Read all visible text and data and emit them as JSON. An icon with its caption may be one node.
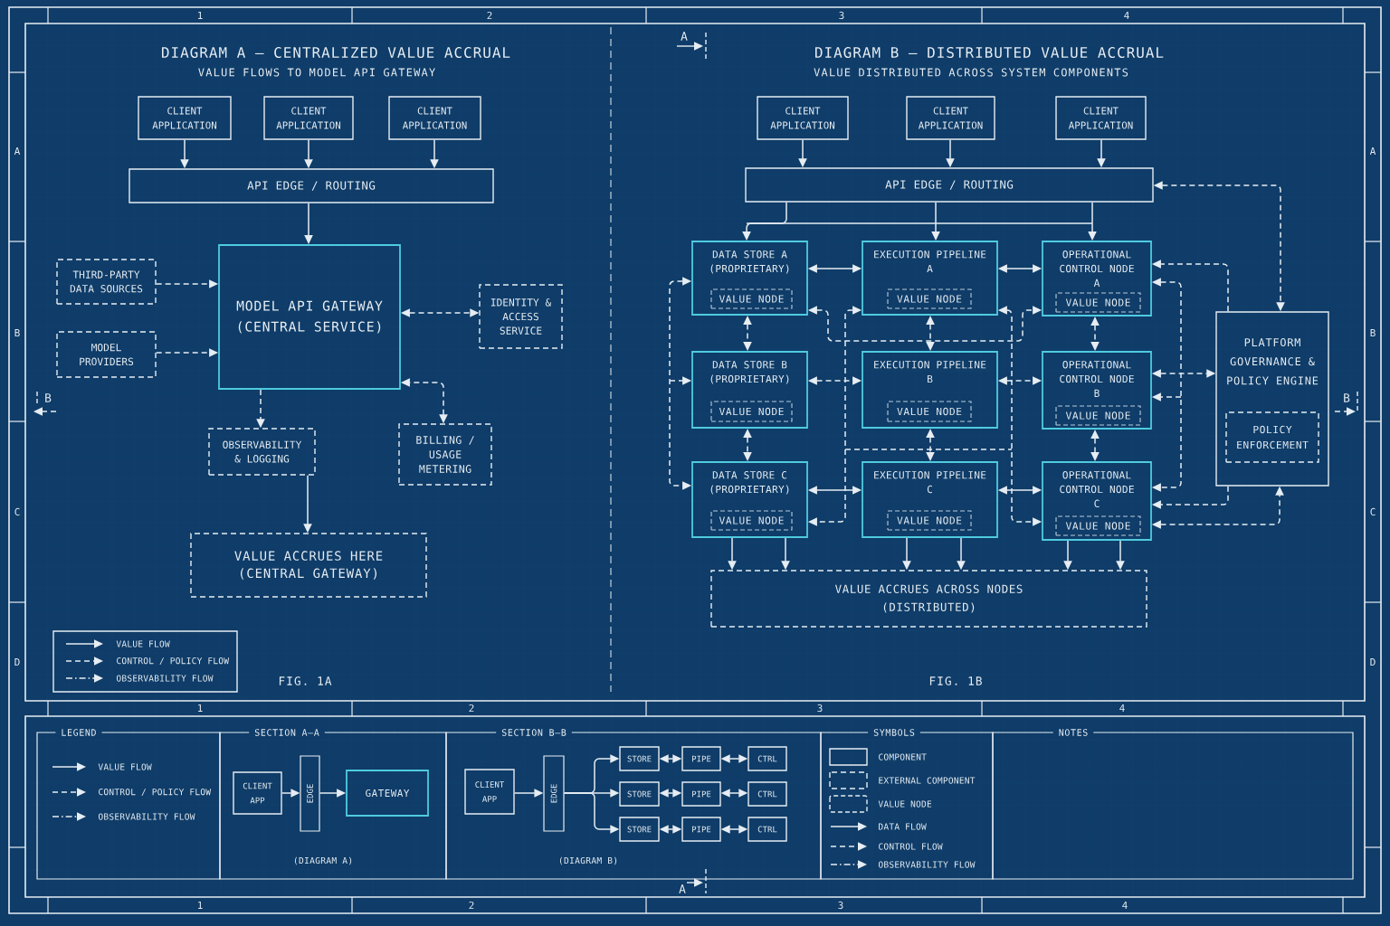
{
  "diagram": {
    "nodes": [
      {
        "text": [
          "CLIENT APPLICATION"
        ]
      },
      {
        "text": [
          "CLIENT APPLICATION"
        ]
      },
      {
        "text": [
          "CLIENT APPLICATION"
        ]
      },
      {
        "text": [
          "API EDGE / ROUTING"
        ]
      },
      {
        "text": [
          "THIRD-PARTY DATA SOURCES"
        ]
      },
      {
        "text": [
          "MODEL API GATEWAY (CENTRAL SERVICE)"
        ]
      },
      {
        "text": [
          "IDENTITY & ACCESS SERVICE"
        ]
      },
      {
        "text": [
          "MODEL PROVIDERS"
        ]
      },
      {
        "text": [
          "OBSERVABILITY & LOGGING"
        ]
      },
      {
        "text": [
          "BILLING / USAGE METERING"
        ]
      },
      {
        "text": [
          "VALUE ACCRUES HERE (CENTRAL GATEWAY)"
        ]
      },
      {
        "text": [
          "CLIENT APPLICATION"
        ]
      },
      {
        "text": [
          "CLIENT APPLICATION"
        ]
      },
      {
        "text": [
          "CLIENT APPLICATION"
        ]
      },
      {
        "text": [
          "API EDGE / ROUTING"
        ]
      },
      {
        "text": [
          "DATA STORE A (PROPRIETARY)"
        ]
      },
      {
        "text": [
          "VALUE NODE"
        ],
        "in": 15
      },
      {
        "text": [
          "EXECUTION PIPELINE A"
        ]
      },
      {
        "text": [
          "VALUE NODE"
        ],
        "in": 17
      },
      {
        "text": [
          "OPERATIONAL CONTROL NODE A"
        ]
      },
      {
        "text": [
          "VALUE NODE"
        ],
        "in": 19
      },
      {
        "text": [
          "DATA STORE B (PROPRIETARY)"
        ]
      },
      {
        "text": [
          "VALUE NODE"
        ],
        "in": 21
      },
      {
        "text": [
          "EXECUTION PIPELINE B"
        ]
      },
      {
        "text": [
          "VALUE NODE"
        ],
        "in": 23
      },
      {
        "text": [
          "OPERATIONAL CONTROL NODE B"
        ]
      },
      {
        "text": [
          "VALUE NODE"
        ],
        "in": 25
      },
      {
        "text": [
          "DATA STORE C (PROPRIETARY)"
        ]
      },
      {
        "text": [
          "VALUE NODE"
        ],
        "in": 27
      },
      {
        "text": [
          "EXECUTION PIPELINE C"
        ]
      },
      {
        "text": [
          "VALUE NODE"
        ],
        "in": 29
      },
      {
        "text": [
          "OPERATIONAL CONTROL NODE C"
        ]
      },
      {
        "text": [
          "VALUE NODE"
        ],
        "in": 31
      },
      {
        "text": [
          "PLATFORM GOVERNANCE & POLICY ENGINE"
        ]
      },
      {
        "text": [
          "POLICY ENFORCEMENT"
        ],
        "in": 33
      },
      {
        "text": [
          "VALUE ACCRUES ACROSS NODES (DISTRIBUTED)"
        ]
      },
      {
        "text": [
          "LEGEND"
        ]
      },
      {
        "text": [
          "SECTION A–A",
          "(DIAGRAM A)"
        ]
      },
      {
        "text": [
          "CLIENT APP"
        ],
        "in": 37
      },
      {
        "text": [
          "EDGE"
        ],
        "in": 37
      },
      {
        "text": [
          "GATEWAY"
        ],
        "in": 37
      },
      {
        "text": [
          "SECTION B–B",
          "(DIAGRAM B)"
        ]
      },
      {
        "text": [
          "CLIENT APP"
        ],
        "in": 41
      },
      {
        "text": [
          "EDGE"
        ],
        "in": 41
      },
      {
        "text": [
          "STORE"
        ],
        "in": 41
      },
      {
        "text": [
          "PIPE"
        ],
        "in": 41
      },
      {
        "text": [
          "CTRL"
        ],
        "in": 41
      },
      {
        "text": [
          "STORE"
        ],
        "in": 41
      },
      {
        "text": [
          "PIPE"
        ],
        "in": 41
      },
      {
        "text": [
          "CTRL"
        ],
        "in": 41
      },
      {
        "text": [
          "STORE"
        ],
        "in": 41
      },
      {
        "text": [
          "PIPE"
        ],
        "in": 41
      },
      {
        "text": [
          "CTRL"
        ],
        "in": 41
      },
      {
        "text": [
          "SYMBOLS"
        ]
      },
      {
        "text": [
          "NOTES"
        ]
      }
    ],
    "edges": [
      {
        "from": 0,
        "to": 3,
        "arrow": "to"
      },
      {
        "from": 1,
        "to": 3,
        "arrow": "to"
      },
      {
        "from": 2,
        "to": 3,
        "arrow": "to"
      },
      {
        "from": 3,
        "to": 5,
        "arrow": "to"
      },
      {
        "from": 4,
        "to": 5,
        "arrow": "to",
        "style": "dashed"
      },
      {
        "from": 7,
        "to": 5,
        "arrow": "to",
        "style": "dashed"
      },
      {
        "from": 5,
        "to": 6,
        "arrow": "both",
        "style": "dashed"
      },
      {
        "from": 5,
        "to": 8,
        "arrow": "to",
        "style": "dashed"
      },
      {
        "from": 9,
        "to": 5,
        "arrow": "both",
        "style": "dashed"
      },
      {
        "from": 8,
        "to": 10,
        "arrow": "to"
      },
      {
        "from": 11,
        "to": 14,
        "arrow": "to"
      },
      {
        "from": 12,
        "to": 14,
        "arrow": "to"
      },
      {
        "from": 13,
        "to": 14,
        "arrow": "to"
      },
      {
        "from": 14,
        "to": 15,
        "arrow": "to"
      },
      {
        "from": 14,
        "to": 17,
        "arrow": "to"
      },
      {
        "from": 14,
        "to": 19,
        "arrow": "to"
      },
      {
        "from": 15,
        "to": 17,
        "arrow": "both"
      },
      {
        "from": 17,
        "to": 19,
        "arrow": "both"
      },
      {
        "from": 21,
        "to": 23,
        "arrow": "both",
        "style": "dashed"
      },
      {
        "from": 23,
        "to": 25,
        "arrow": "both",
        "style": "dashed"
      },
      {
        "from": 27,
        "to": 29,
        "arrow": "both"
      },
      {
        "from": 29,
        "to": 31,
        "arrow": "both"
      },
      {
        "from": 15,
        "to": 21,
        "arrow": "both",
        "style": "dashed"
      },
      {
        "from": 21,
        "to": 27,
        "arrow": "both",
        "style": "dashed"
      },
      {
        "from": 17,
        "to": 23,
        "arrow": "both",
        "style": "dashed"
      },
      {
        "from": 23,
        "to": 29,
        "arrow": "both",
        "style": "dashed"
      },
      {
        "from": 19,
        "to": 25,
        "arrow": "both",
        "style": "dashed"
      },
      {
        "from": 25,
        "to": 31,
        "arrow": "both",
        "style": "dashed"
      },
      {
        "from": 15,
        "to": 27,
        "arrow": "both",
        "style": "dashed"
      },
      {
        "from": null,
        "to": 21,
        "arrow": "to",
        "style": "dashed"
      },
      {
        "from": 15,
        "to": 19,
        "arrow": "both",
        "style": "dashed"
      },
      {
        "from": 17,
        "to": 27,
        "arrow": "both",
        "style": "dashed"
      },
      {
        "from": 17,
        "to": 31,
        "arrow": "both",
        "style": "dashed"
      },
      {
        "from": 14,
        "to": 33,
        "arrow": "both",
        "style": "dashed"
      },
      {
        "from": 33,
        "to": 19,
        "arrow": "to",
        "style": "dashed"
      },
      {
        "from": 19,
        "to": 31,
        "arrow": "both",
        "style": "dashed"
      },
      {
        "from": null,
        "to": 25,
        "arrow": "to",
        "style": "dashed"
      },
      {
        "from": 25,
        "to": 33,
        "arrow": "both",
        "style": "dashed"
      },
      {
        "from": 33,
        "to": 31,
        "arrow": "to",
        "style": "dashed"
      },
      {
        "from": 31,
        "to": 33,
        "arrow": "both",
        "style": "dashed"
      },
      {
        "from": 27,
        "to": 35,
        "arrow": "to"
      },
      {
        "from": 27,
        "to": 35,
        "arrow": "to"
      },
      {
        "from": 29,
        "to": 35,
        "arrow": "to"
      },
      {
        "from": 29,
        "to": 35,
        "arrow": "to"
      },
      {
        "from": 31,
        "to": 35,
        "arrow": "to"
      },
      {
        "from": 31,
        "to": 35,
        "arrow": "to"
      },
      {
        "from": 38,
        "to": 39,
        "arrow": "to"
      },
      {
        "from": 39,
        "to": 40,
        "arrow": "to"
      },
      {
        "from": 42,
        "to": 43,
        "arrow": "to"
      },
      {
        "from": 43,
        "to": 44,
        "arrow": "to"
      },
      {
        "from": 43,
        "to": 47,
        "arrow": "to"
      },
      {
        "from": 43,
        "to": 50,
        "arrow": "to"
      },
      {
        "from": 44,
        "to": 45,
        "arrow": "both"
      },
      {
        "from": 45,
        "to": 46,
        "arrow": "both"
      },
      {
        "from": 47,
        "to": 48,
        "arrow": "both"
      },
      {
        "from": 48,
        "to": 49,
        "arrow": "both"
      },
      {
        "from": 50,
        "to": 51,
        "arrow": "both"
      },
      {
        "from": 51,
        "to": 52,
        "arrow": "both"
      }
    ],
    "labels": [
      "1",
      "2",
      "3",
      "4",
      "A",
      "DIAGRAM A — CENTRALIZED VALUE ACCRUAL",
      "VALUE FLOWS TO MODEL API GATEWAY",
      "DIAGRAM B — DISTRIBUTED VALUE ACCRUAL",
      "VALUE DISTRIBUTED ACROSS SYSTEM COMPONENTS",
      "A",
      "A",
      "B",
      "B",
      "B",
      "B",
      "C",
      "C",
      "D",
      "D",
      "FIG. 1A",
      "FIG. 1B",
      "1",
      "2",
      "3",
      "4",
      "A",
      "1",
      "2",
      "3",
      "4"
    ],
    "legend": [
      {
        "text": "VALUE FLOW"
      },
      {
        "text": "CONTROL / POLICY FLOW"
      },
      {
        "text": "OBSERVABILITY FLOW"
      },
      {
        "text": "VALUE FLOW"
      },
      {
        "text": "CONTROL / POLICY FLOW"
      },
      {
        "text": "OBSERVABILITY FLOW"
      },
      {
        "text": "COMPONENT"
      },
      {
        "text": "EXTERNAL COMPONENT"
      },
      {
        "text": "VALUE NODE"
      },
      {
        "text": "DATA FLOW"
      },
      {
        "text": "CONTROL FLOW"
      },
      {
        "text": "OBSERVABILITY FLOW"
      }
    ]
  }
}
